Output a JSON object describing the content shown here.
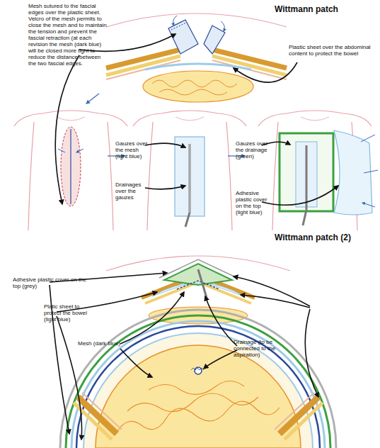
{
  "diagram": {
    "title": "Wittmann patch",
    "labels": [
      "Mesh sutured to the fascial edges over the plastic sheet. Velcro of the mesh permits to close the mesh and to maintain the tension and prevent the fascial retraction (at each revision the mesh (dark blue) will be closed more tight to reduce the distance between the two fascial edges.",
      "Plastic sheet over the abdominal content to protect the bowel",
      "Gauzes over the mesh (light blue)",
      "Drainages over the gauzes",
      "Gauzes over the drainage (green)",
      "Adhesive plastic cover on the top (light blue)",
      "Wittmann patch (2)",
      "Adhesive plastic cover on the top (grey)",
      "Platic sheet to protect the bowel (light blue)",
      "Mesh (dark blue)",
      "Drainage (to be connected to the aspiration)"
    ]
  }
}
